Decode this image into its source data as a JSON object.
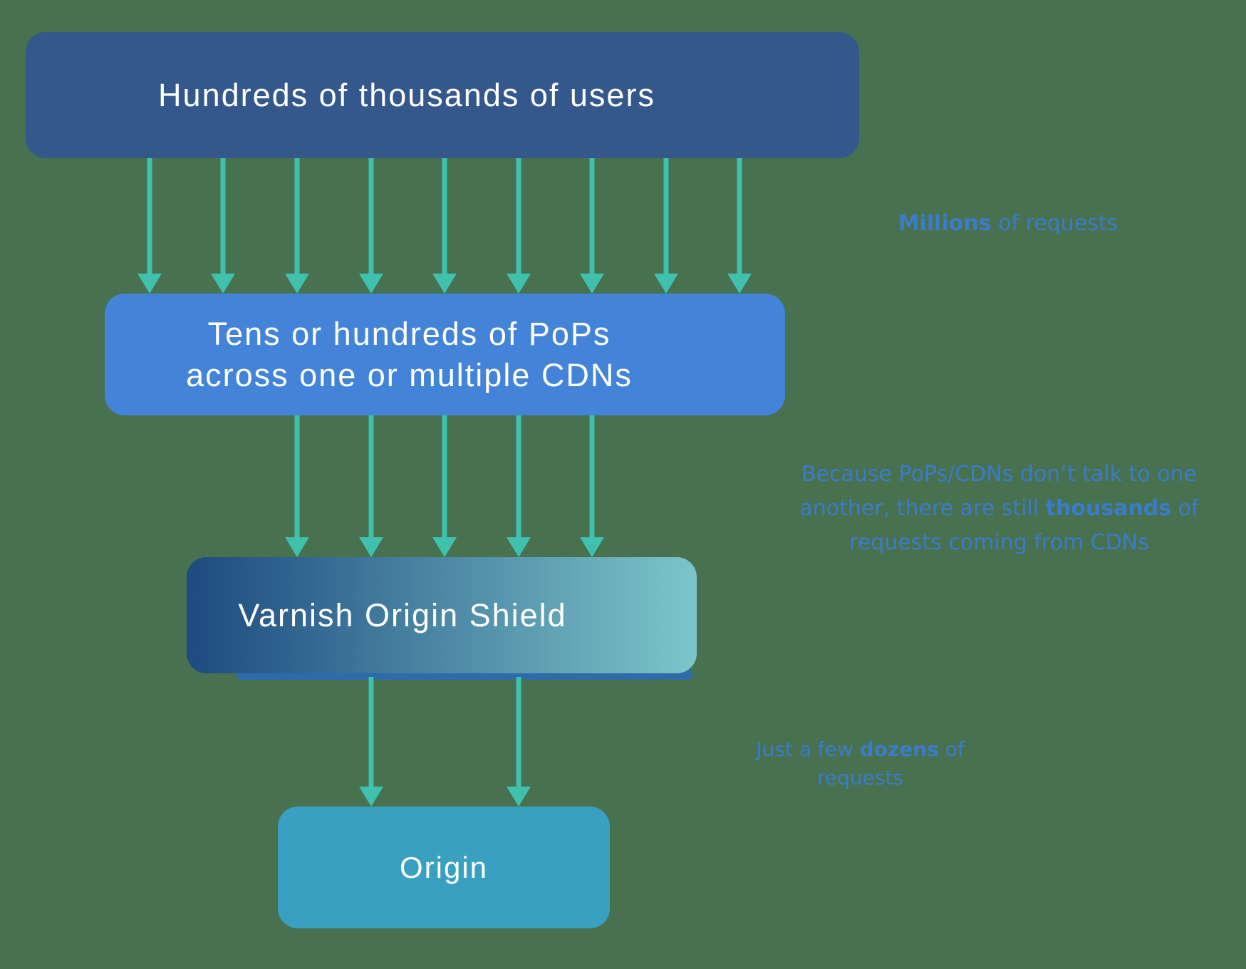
{
  "canvas": {
    "background_color": "#47714F"
  },
  "boxes": {
    "users": {
      "label": "Hundreds of thousands of users",
      "color": "#35588C"
    },
    "pops": {
      "lines": [
        "Tens or hundreds of PoPs",
        "across one or multiple CDNs"
      ],
      "color": "#4384D8"
    },
    "shield": {
      "label": "Varnish Origin Shield",
      "gradient_from": "#1D4A80",
      "gradient_to": "#7CC5C9"
    },
    "origin": {
      "label": "Origin",
      "color": "#39A0C2"
    }
  },
  "annotations": {
    "millions": {
      "lines": [
        {
          "pre": "",
          "bold": "Millions",
          "post": " of requests"
        }
      ]
    },
    "thousands": {
      "lines": [
        {
          "pre": "Because PoPs/CDNs don’t talk to one",
          "bold": "",
          "post": ""
        },
        {
          "pre": "another, there are still ",
          "bold": "thousands",
          "post": " of"
        },
        {
          "pre": "requests coming from CDNs",
          "bold": "",
          "post": ""
        }
      ]
    },
    "dozens": {
      "lines": [
        {
          "pre": "Just a few ",
          "bold": "dozens",
          "post": " of"
        },
        {
          "pre": "requests",
          "bold": "",
          "post": ""
        }
      ]
    }
  },
  "arrows": {
    "color": "#3FC1AE",
    "users_to_pops_count": 9,
    "pops_to_shield_count": 5,
    "shield_to_origin_count": 2
  },
  "annotation_text_color": "#3B7CC9"
}
